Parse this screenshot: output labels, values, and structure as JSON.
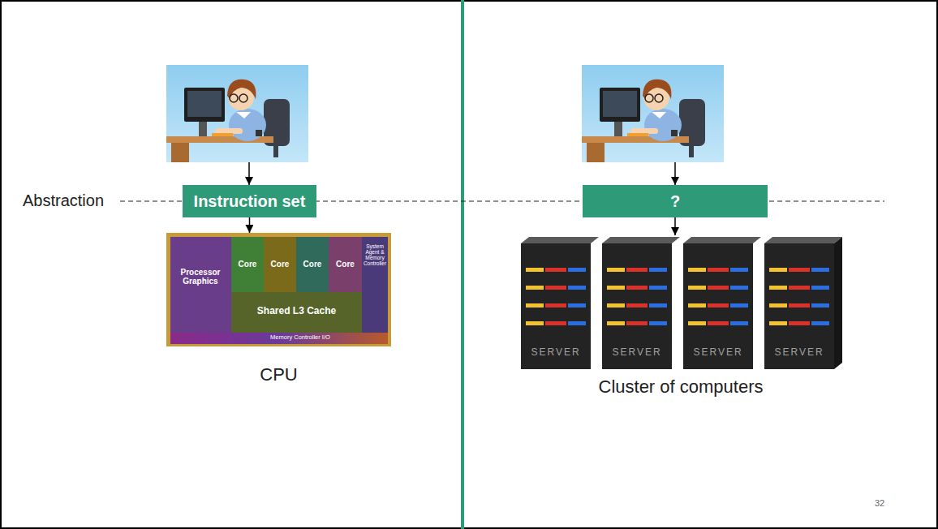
{
  "diagram": {
    "nodes": [
      {
        "text": [
          "Instruction set"
        ]
      },
      {
        "text": [
          "?"
        ]
      },
      {
        "text": [
          "CPU"
        ]
      },
      {
        "text": [
          "Cluster of computers"
        ]
      }
    ],
    "edges": [
      {
        "from": 0,
        "to": 2,
        "arrow": "to"
      },
      {
        "from": 1,
        "to": 3,
        "arrow": "to"
      }
    ],
    "labels": [
      "Abstraction",
      "Processor Graphics",
      "Core",
      "Core",
      "Core",
      "Core",
      "System Agent & Memory Controller",
      "Shared L3 Cache",
      "Memory Controller I/O",
      "SERVER",
      "SERVER",
      "SERVER",
      "SERVER",
      "32"
    ]
  }
}
